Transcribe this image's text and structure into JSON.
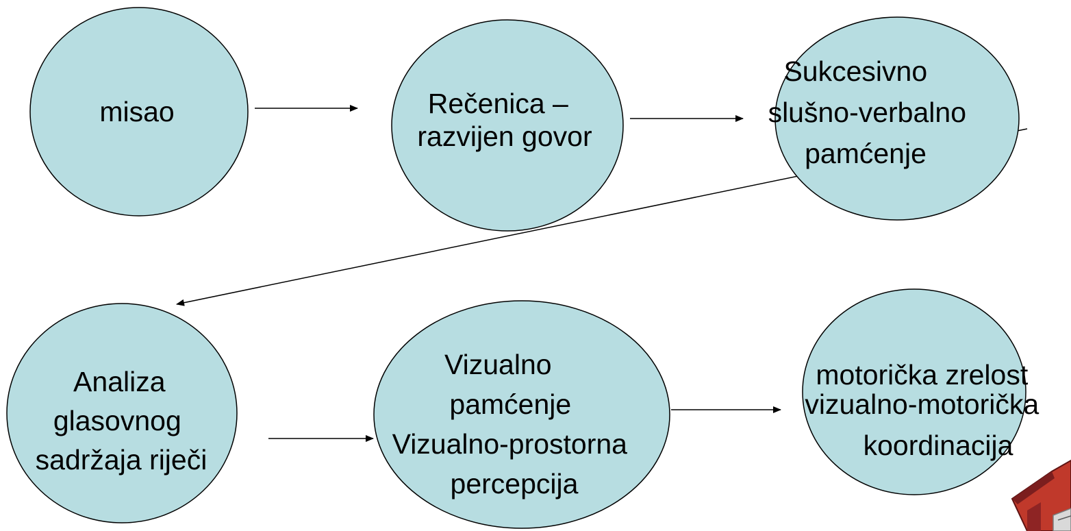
{
  "diagram": {
    "nodes": [
      {
        "id": "misao",
        "lines": [
          "misao"
        ]
      },
      {
        "id": "recenica",
        "lines": [
          "Rečenica –",
          "razvijen govor"
        ]
      },
      {
        "id": "sukcesivno",
        "lines": [
          "Sukcesivno",
          "slušno-verbalno",
          "pamćenje"
        ]
      },
      {
        "id": "analiza",
        "lines": [
          "Analiza",
          "glasovnog",
          "sadržaja riječi"
        ]
      },
      {
        "id": "vizualno",
        "lines": [
          "Vizualno",
          "pamćenje",
          "Vizualno-prostorna",
          "percepcija"
        ]
      },
      {
        "id": "motoricka",
        "lines": [
          "motorička zrelost",
          "vizualno-motorička",
          "koordinacija"
        ]
      }
    ],
    "edges": [
      {
        "from": "misao",
        "to": "recenica"
      },
      {
        "from": "recenica",
        "to": "sukcesivno"
      },
      {
        "from": "sukcesivno",
        "to": "analiza"
      },
      {
        "from": "analiza",
        "to": "vizualno"
      },
      {
        "from": "vizualno",
        "to": "motoricka"
      }
    ],
    "colors": {
      "node_fill": "#b7dde1",
      "node_stroke": "#000000",
      "arrow": "#000000",
      "text": "#000000"
    },
    "decorations": [
      {
        "name": "red-house-icon",
        "colors": [
          "#c0392b",
          "#7b1e1e",
          "#d9d9d9"
        ]
      }
    ]
  }
}
